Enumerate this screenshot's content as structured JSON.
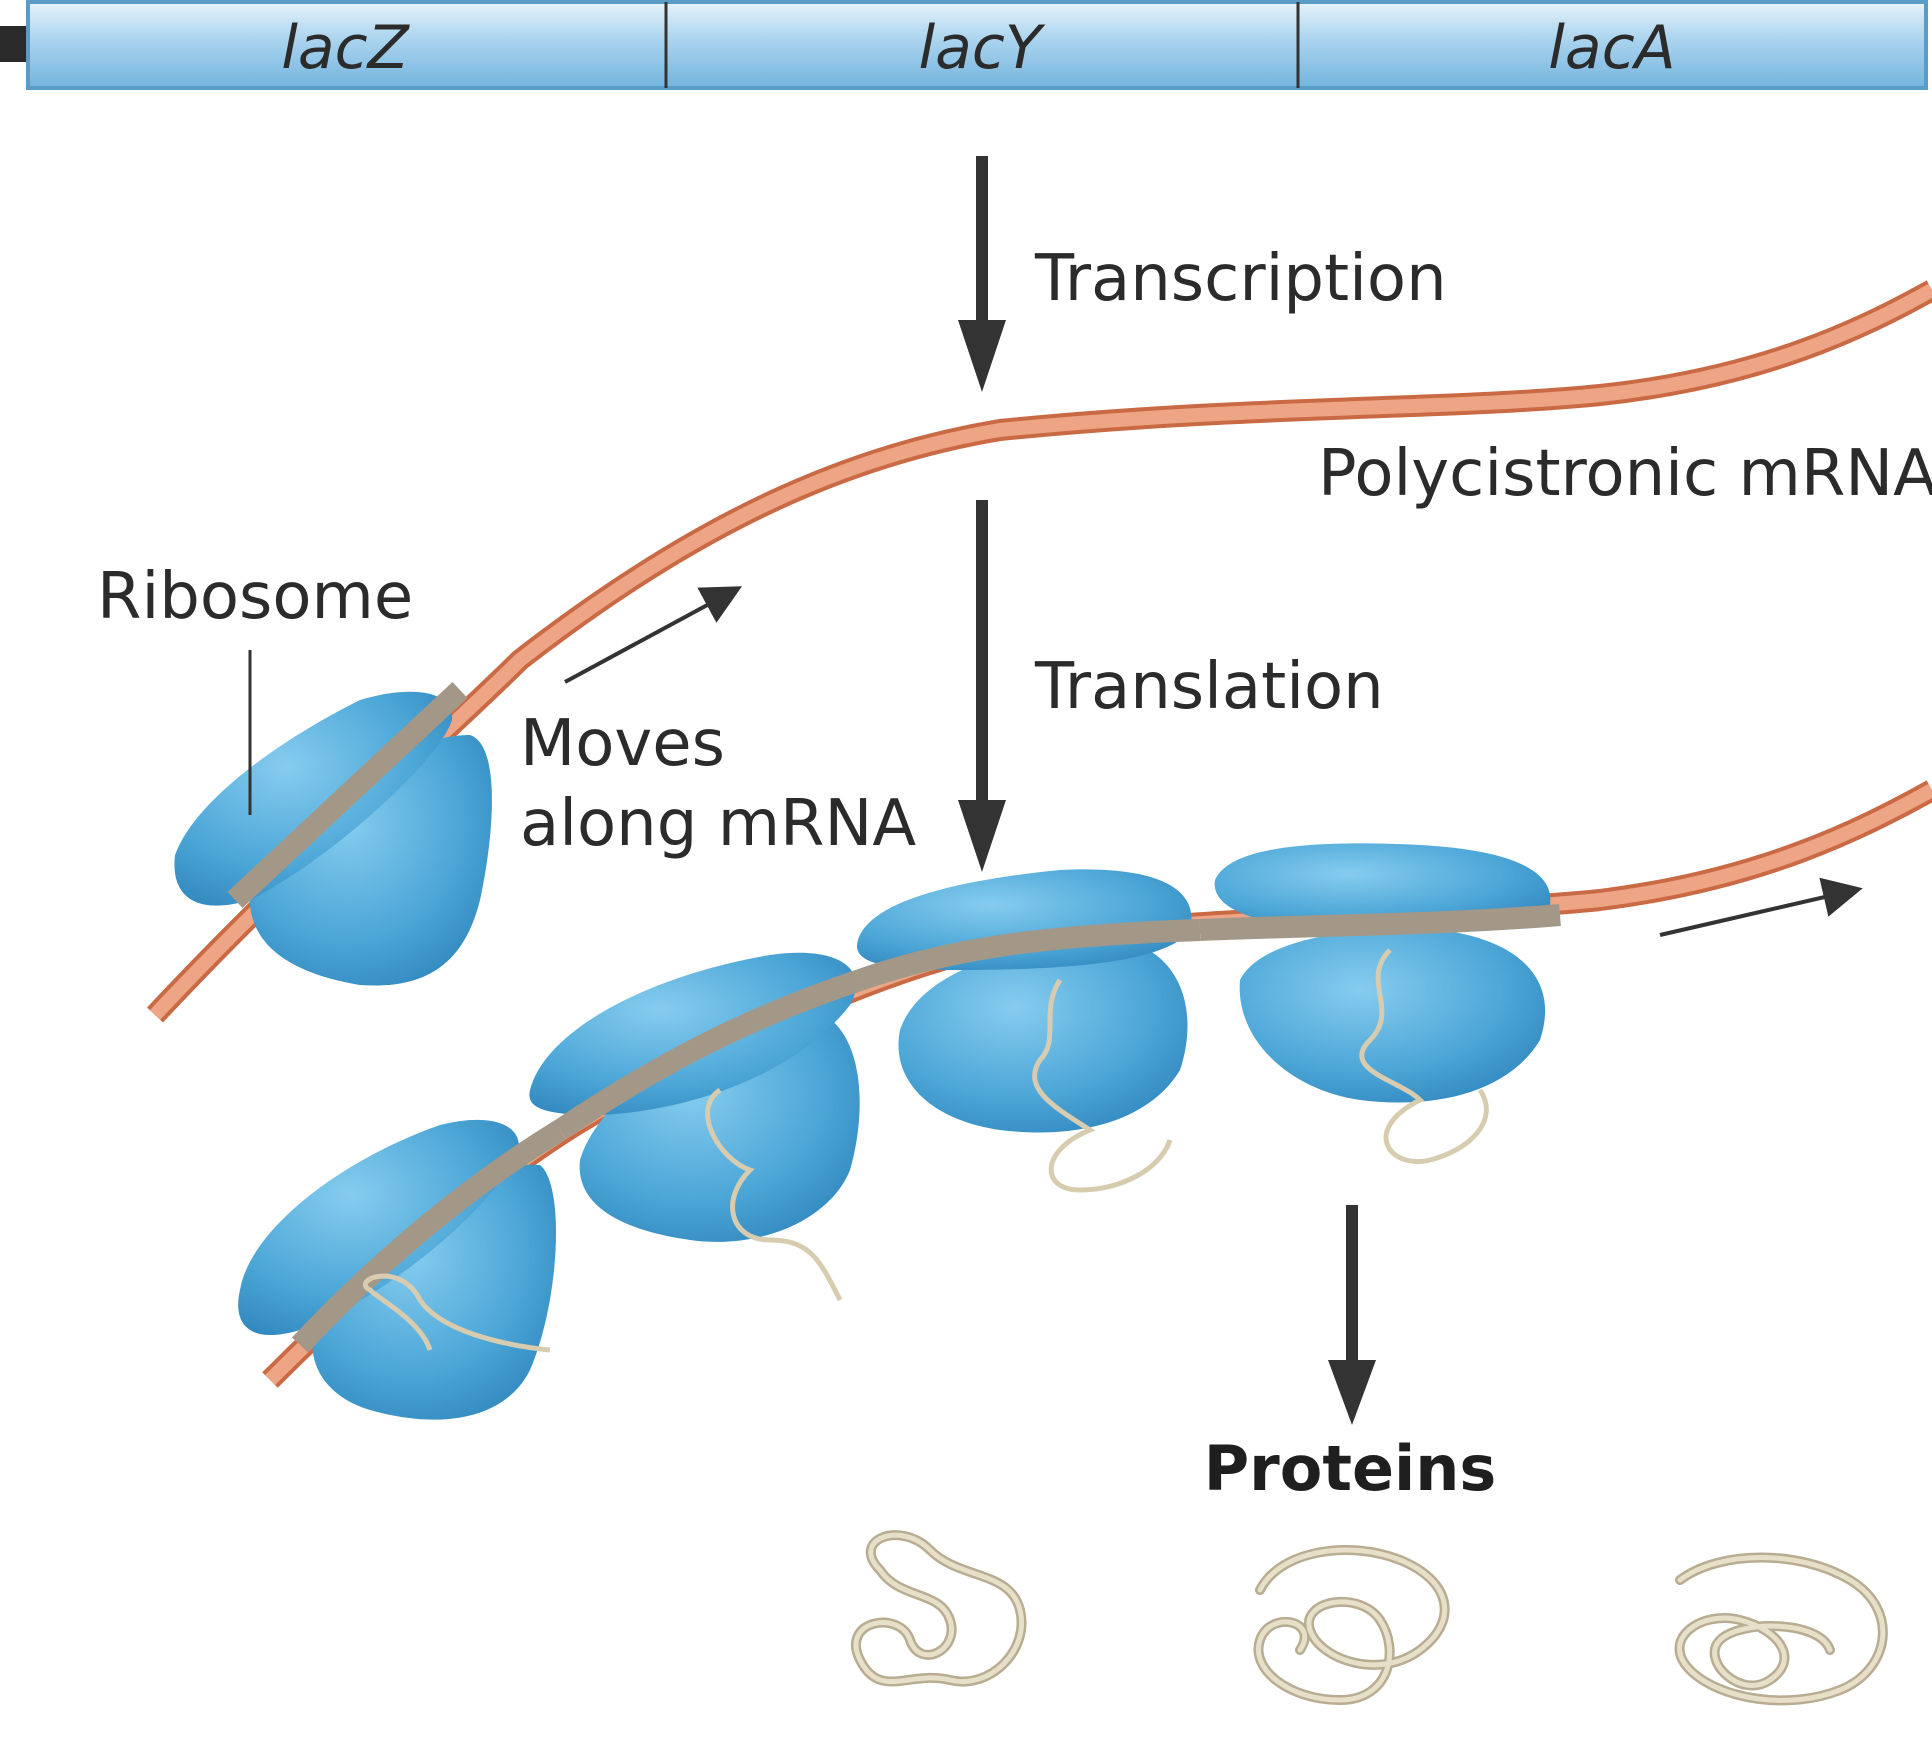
{
  "operon": {
    "genes": [
      "lacZ",
      "lacY",
      "lacA"
    ]
  },
  "labels": {
    "transcription": "Transcription",
    "mrna": "Polycistronic mRNA",
    "ribosome": "Ribosome",
    "moves_line1": "Moves",
    "moves_line2": "along mRNA",
    "translation": "Translation",
    "proteins": "Proteins"
  },
  "colors": {
    "gene_bar": "#a9d3ee",
    "gene_bar_edge": "#5a9cc8",
    "mrna": "#e8a07c",
    "mrna_dark": "#c96a44",
    "ribosome": "#4ea8d8",
    "ribosome_light": "#7cc4ea",
    "protein": "#d8ccb0",
    "arrow": "#333333"
  }
}
